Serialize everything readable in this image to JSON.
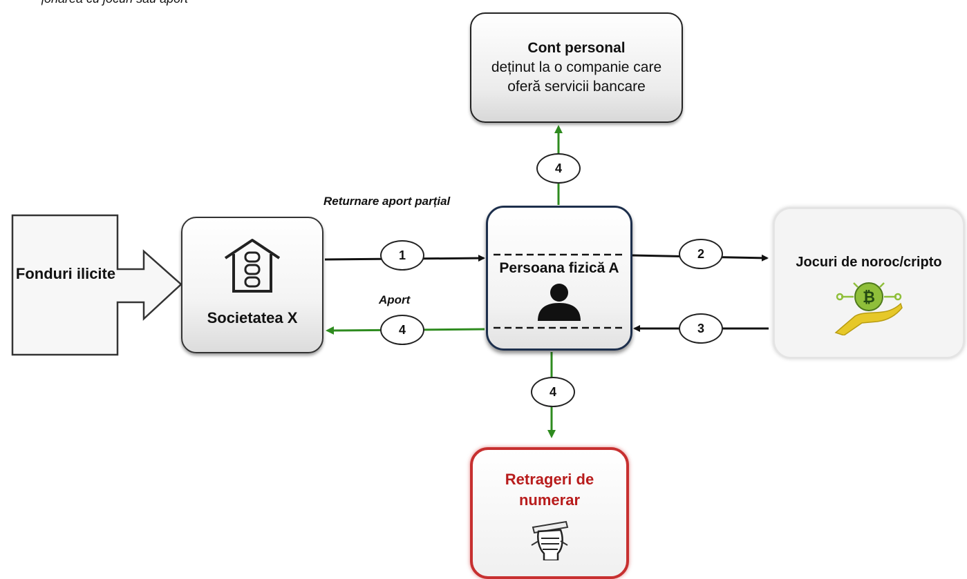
{
  "header": {
    "caption": "jonarea cu jocuri sau aport"
  },
  "nodes": {
    "fonduri": {
      "label": "Fonduri ilicite"
    },
    "cont": {
      "title": "Cont personal",
      "subtitle": "deținut la o companie care oferă servicii bancare"
    },
    "societate": {
      "label": "Societatea X",
      "icon": "building-icon"
    },
    "persoana": {
      "label": "Persoana fizică A",
      "icon": "person-icon"
    },
    "jocuri": {
      "label": "Jocuri de noroc/cripto",
      "icon": "bitcoin-hand-icon"
    },
    "retrageri": {
      "label": "Retrageri de numerar",
      "icon": "cash-fist-icon"
    }
  },
  "flow_labels": {
    "returnare": "Returnare aport parțial",
    "aport": "Aport"
  },
  "steps": [
    {
      "id": "step-1",
      "number": "1",
      "from": "Societatea X",
      "to": "Persoana fizică A"
    },
    {
      "id": "step-2",
      "number": "2",
      "from": "Persoana fizică A",
      "to": "Jocuri de noroc/cripto"
    },
    {
      "id": "step-3",
      "number": "3",
      "from": "Jocuri de noroc/cripto",
      "to": "Persoana fizică A"
    },
    {
      "id": "step-4-left",
      "number": "4",
      "from": "Persoana fizică A",
      "to": "Societatea X"
    },
    {
      "id": "step-4-top",
      "number": "4",
      "from": "Persoana fizică A",
      "to": "Cont personal"
    },
    {
      "id": "step-4-bottom",
      "number": "4",
      "from": "Persoana fizică A",
      "to": "Retrageri de numerar"
    }
  ],
  "colors": {
    "arrow_black": "#111111",
    "arrow_green": "#2e8b1f",
    "retrageri_red": "#b81c1c",
    "persoana_border": "#1d2f4c",
    "coin_green": "#8fbf3a",
    "hand_yellow": "#e6c829"
  }
}
